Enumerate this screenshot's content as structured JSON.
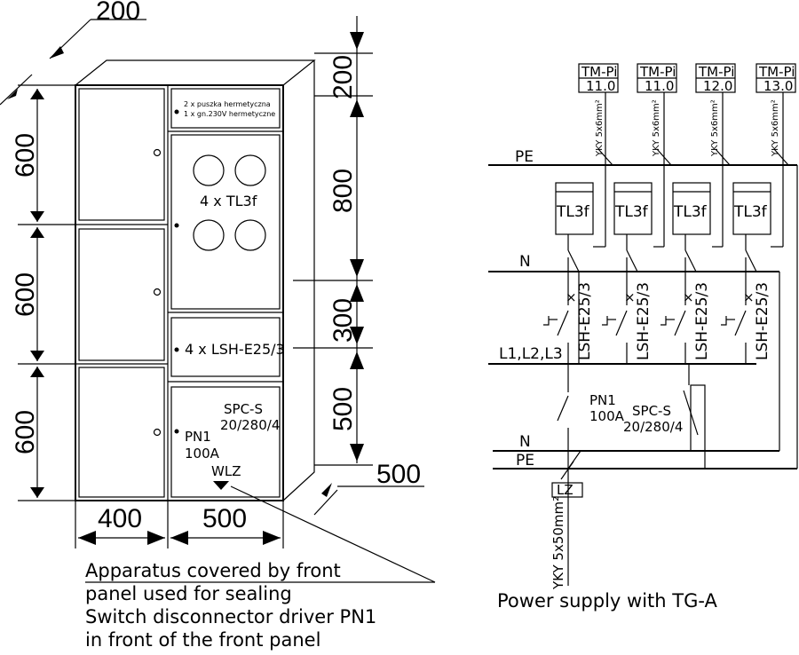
{
  "dimensions": {
    "depth_top": "200",
    "left_door_h1": "600",
    "left_door_h2": "600",
    "left_door_h3": "600",
    "right_top": "200",
    "right_800": "800",
    "right_300": "300",
    "right_500": "500",
    "depth_bottom": "500",
    "width_left": "400",
    "width_right": "500"
  },
  "cabinet": {
    "label_line1": "2 x puszka hermetyczna",
    "label_line2": "1 x gn.230V hermetyczne",
    "tl3f_label": "4 x TL3f",
    "lsh_label": "4 x LSH-E25/3",
    "spc_line1": "SPC-S",
    "spc_line2": "20/280/4",
    "pn1_line1": "PN1",
    "pn1_line2": "100A",
    "wlz": "WLZ"
  },
  "note": {
    "line1": "Apparatus covered by front",
    "line2": "panel used for sealing",
    "line3": "Switch disconnector driver PN1",
    "line4": "in front of the front panel"
  },
  "schematic": {
    "caption": "Power supply with TG-A",
    "bus_pe": "PE",
    "bus_n": "N",
    "bus_l": "L1,L2,L3",
    "bus_n2": "N",
    "bus_pe2": "PE",
    "cable_top": "YKY 5x6mm²",
    "cable_main": "YKY 5x50mm²",
    "lz": "LZ",
    "meter_label": "TL3f",
    "breaker_label": "LSH-E25/3",
    "pn1_line1": "PN1",
    "pn1_line2": "100A",
    "spc_line1": "SPC-S",
    "spc_line2": "20/280/4",
    "tm_boxes": [
      {
        "top": "TM-Pi",
        "bottom": "11.0"
      },
      {
        "top": "TM-Pi",
        "bottom": "11.0"
      },
      {
        "top": "TM-Pi",
        "bottom": "12.0"
      },
      {
        "top": "TM-Pi",
        "bottom": "13.0"
      }
    ]
  }
}
